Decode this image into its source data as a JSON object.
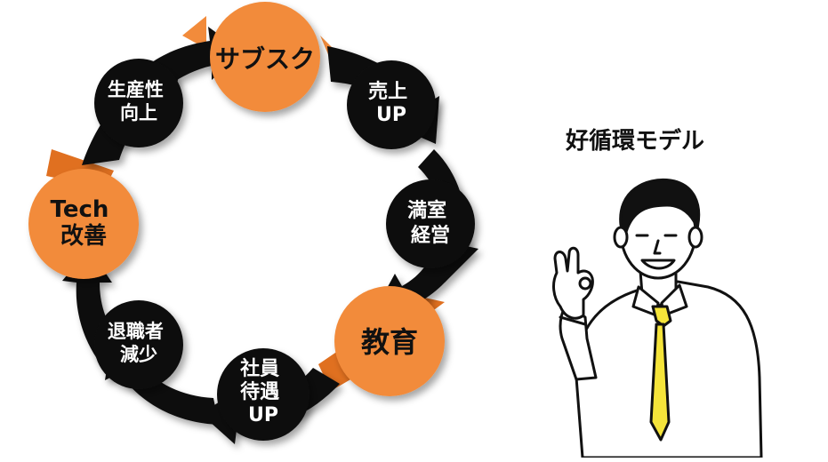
{
  "nodes": {
    "subsc": {
      "lines": [
        "サブスク"
      ]
    },
    "uriage": {
      "lines": [
        "売上",
        "UP"
      ]
    },
    "mansitsu": {
      "lines": [
        "満室",
        "経営"
      ]
    },
    "kyoiku": {
      "lines": [
        "教育"
      ]
    },
    "shain": {
      "lines": [
        "社員",
        "待遇",
        "UP"
      ]
    },
    "taishoku": {
      "lines": [
        "退職者",
        "減少"
      ]
    },
    "tech": {
      "lines": [
        "Tech",
        "改善"
      ]
    },
    "seisansei": {
      "lines": [
        "生産性",
        "向上"
      ]
    }
  },
  "model_title": "好循環モデル",
  "colors": {
    "orange": "#F28B3B",
    "orange_dark": "#E07020",
    "black": "#111111",
    "tie": "#F5E43A",
    "white": "#ffffff"
  }
}
